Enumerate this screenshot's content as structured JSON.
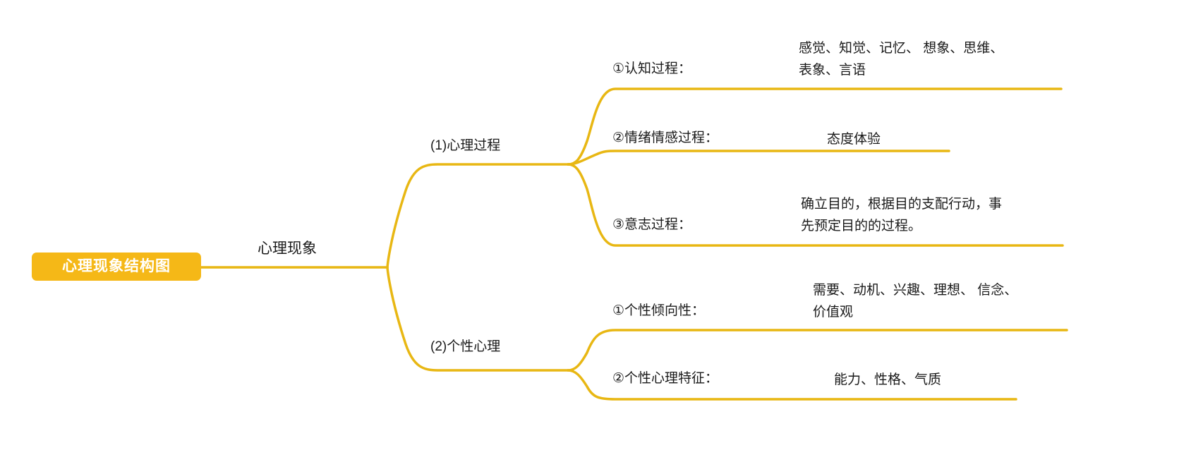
{
  "diagram": {
    "type": "mind-map",
    "orientation": "left-to-right",
    "accent_color": "#f5b817",
    "branch_line_color": "#e8b713",
    "text_color": "#1a1a1a",
    "root_text_color": "#ffffff",
    "background": "#ffffff"
  },
  "root": {
    "label": "心理现象结构图"
  },
  "level2": {
    "label": "心理现象"
  },
  "branches": [
    {
      "label": "(1)心理过程",
      "children": [
        {
          "label": "①认知过程：",
          "detail": "感觉、知觉、记忆、 想象、思维、表象、言语"
        },
        {
          "label": "②情绪情感过程：",
          "detail": "态度体验"
        },
        {
          "label": "③意志过程：",
          "detail": "确立目的，根据目的支配行动，事先预定目的的过程。"
        }
      ]
    },
    {
      "label": "(2)个性心理",
      "children": [
        {
          "label": "①个性倾向性：",
          "detail": "需要、动机、兴趣、理想、 信念、价值观"
        },
        {
          "label": "②个性心理特征：",
          "detail": "能力、性格、气质"
        }
      ]
    }
  ]
}
